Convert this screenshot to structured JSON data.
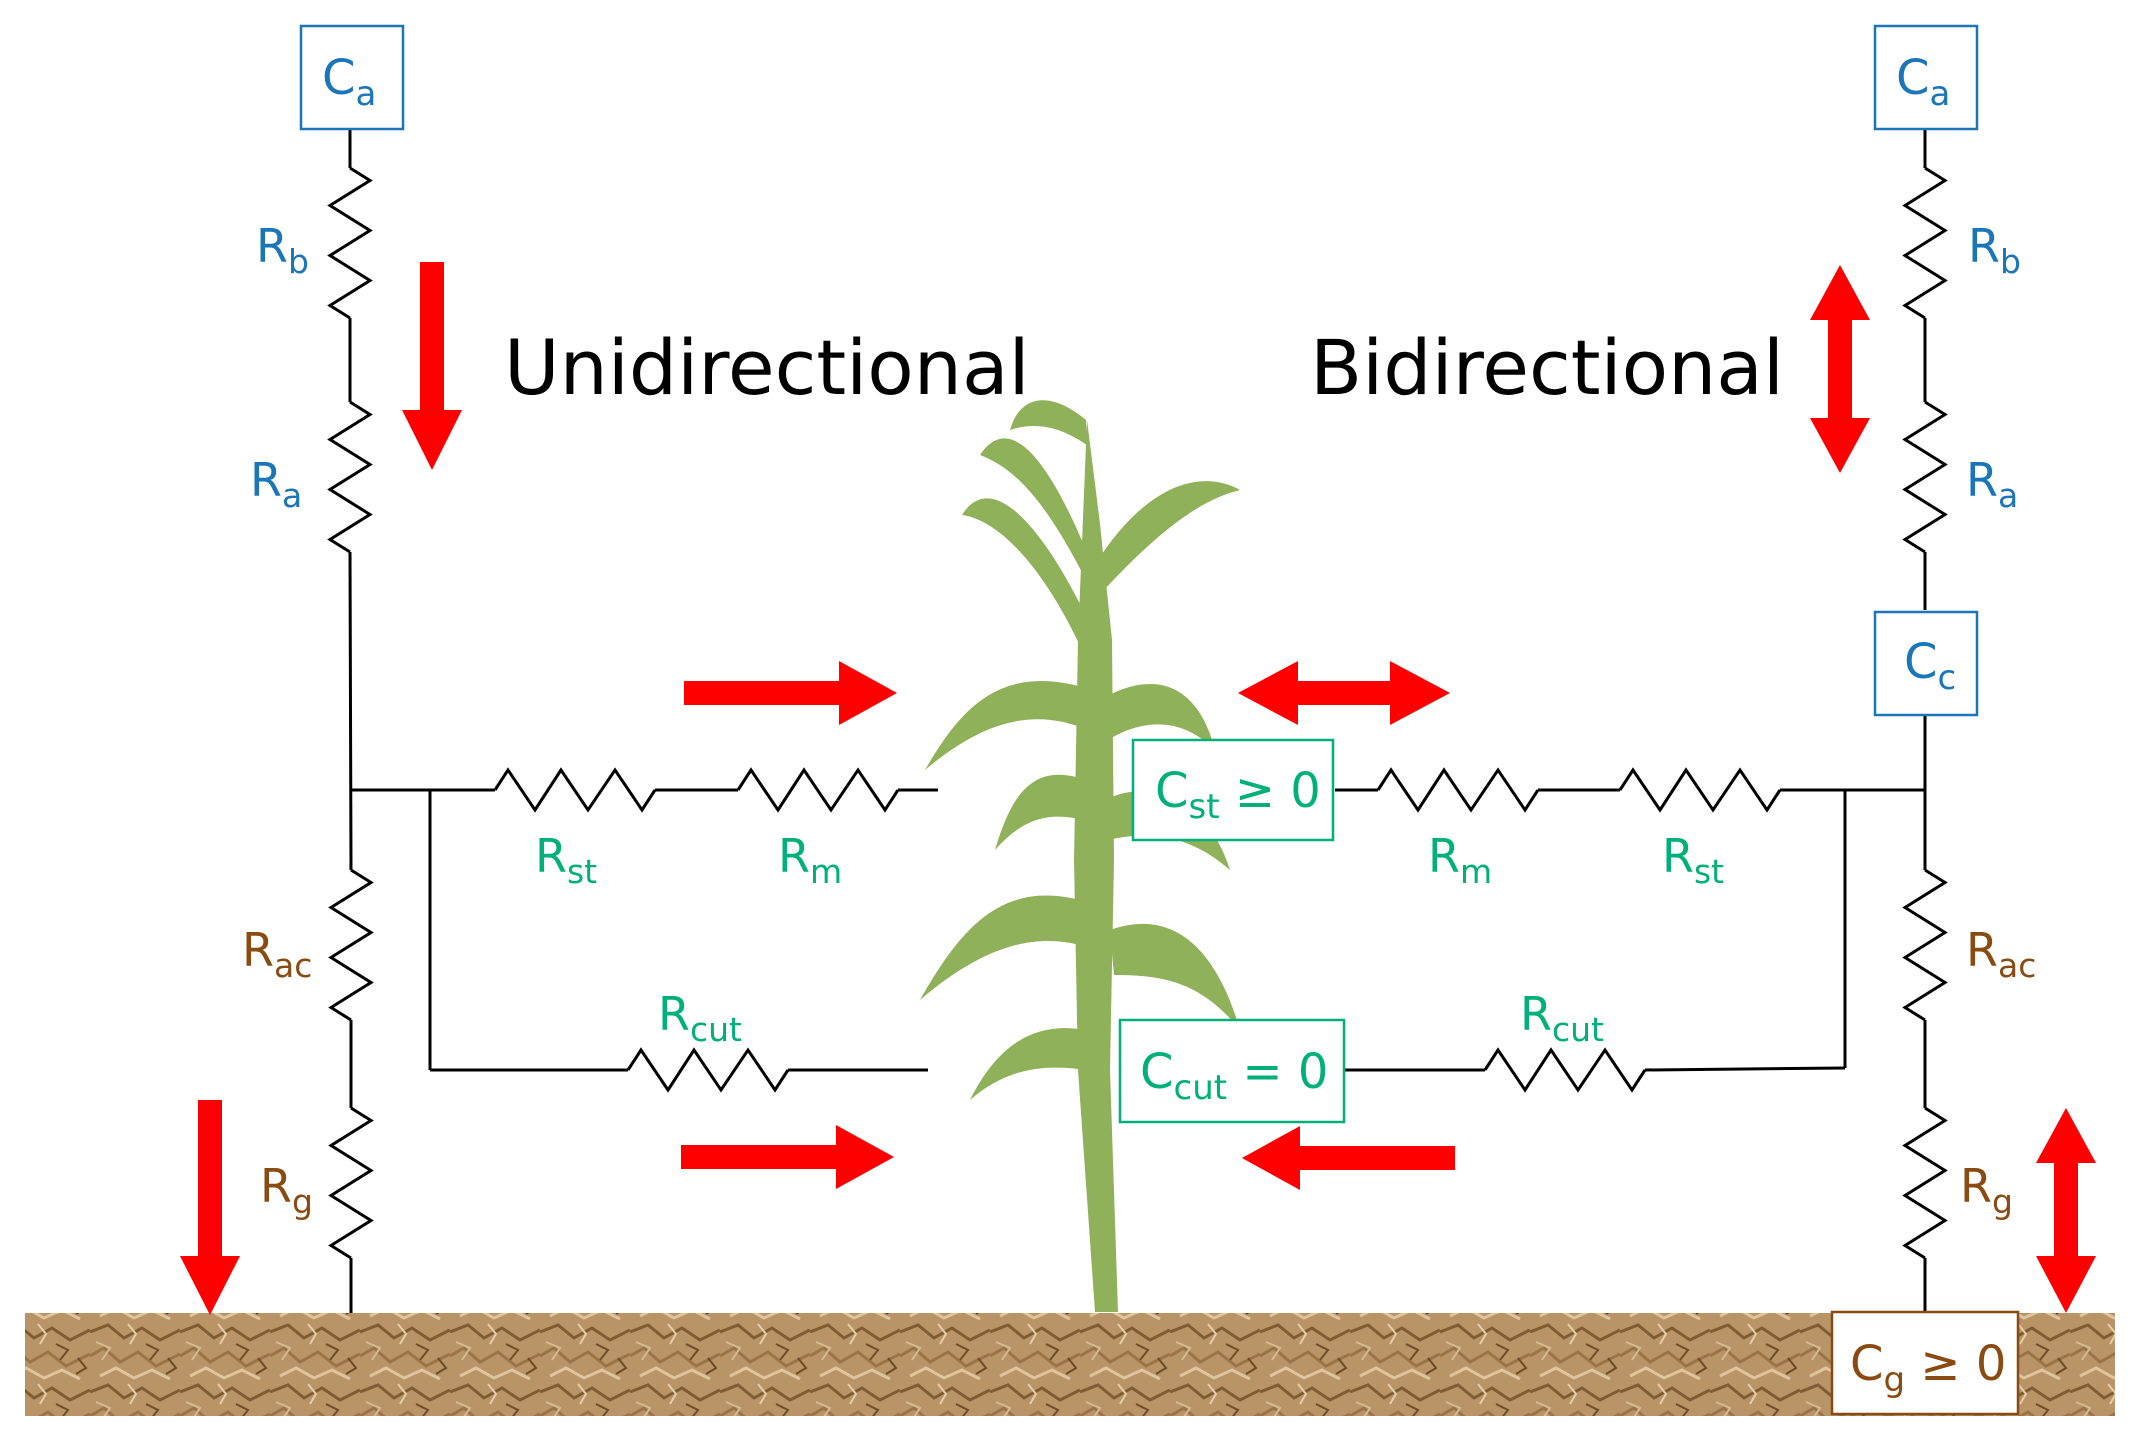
{
  "colors": {
    "atmosphere": "#1a75b9",
    "canopy": "#00b07a",
    "ground": "#8a4b13",
    "arrow": "#ff0000",
    "plant": "#8fb15a",
    "soil": "#b89466",
    "wire": "#000000"
  },
  "titles": {
    "unidirectional": "Unidirectional",
    "bidirectional": "Bidirectional"
  },
  "left": {
    "ca": {
      "main": "C",
      "sub": "a"
    },
    "rb": {
      "main": "R",
      "sub": "b"
    },
    "ra": {
      "main": "R",
      "sub": "a"
    },
    "rst": {
      "main": "R",
      "sub": "st"
    },
    "rm": {
      "main": "R",
      "sub": "m"
    },
    "rac": {
      "main": "R",
      "sub": "ac"
    },
    "rcut": {
      "main": "R",
      "sub": "cut"
    },
    "rg": {
      "main": "R",
      "sub": "g"
    }
  },
  "right": {
    "ca": {
      "main": "C",
      "sub": "a"
    },
    "rb": {
      "main": "R",
      "sub": "b"
    },
    "ra": {
      "main": "R",
      "sub": "a"
    },
    "cc": {
      "main": "C",
      "sub": "c"
    },
    "rm": {
      "main": "R",
      "sub": "m"
    },
    "rst": {
      "main": "R",
      "sub": "st"
    },
    "rac": {
      "main": "R",
      "sub": "ac"
    },
    "rcut": {
      "main": "R",
      "sub": "cut"
    },
    "rg": {
      "main": "R",
      "sub": "g"
    }
  },
  "center": {
    "cst": {
      "main": "C",
      "sub": "st",
      "rest": " ≥ 0"
    },
    "ccut": {
      "main": "C",
      "sub": "cut",
      "rest": " = 0"
    }
  },
  "ground_box": {
    "main": "C",
    "sub": "g",
    "rest": " ≥ 0"
  }
}
